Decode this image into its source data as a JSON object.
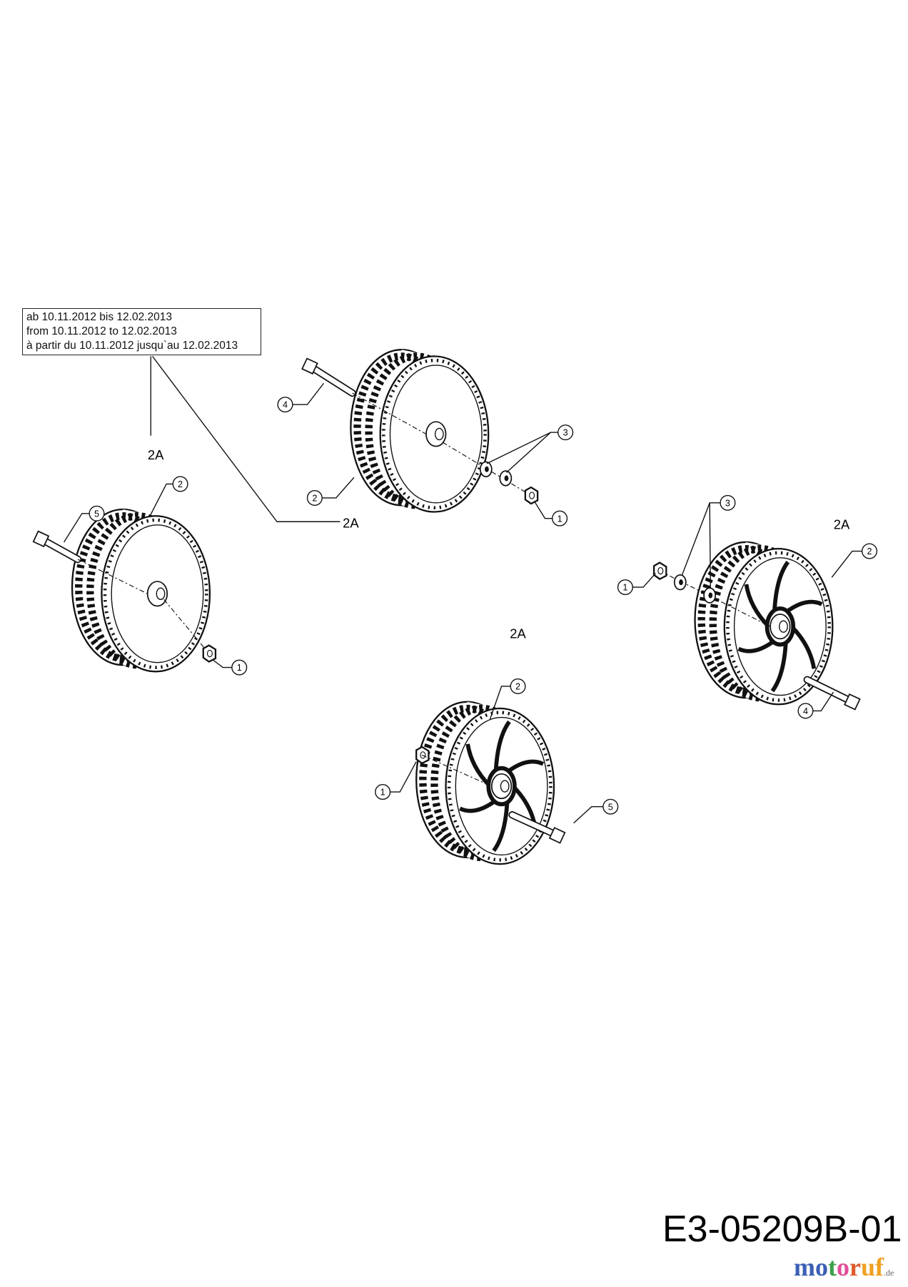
{
  "validity_note": {
    "lines": [
      "ab 10.11.2012 bis 12.02.2013",
      "from 10.11.2012 to 12.02.2013",
      "à partir du 10.11.2012 jusqu`au 12.02.2013"
    ]
  },
  "callouts": {
    "part_1": "1",
    "part_2": "2",
    "part_3": "3",
    "part_4": "4",
    "part_5": "5",
    "variant_2a": "2A"
  },
  "drawing_code": "E3-05209B-01",
  "watermark": {
    "letters": [
      "m",
      "o",
      "t",
      "o",
      "r",
      "u",
      "f"
    ],
    "colors": [
      "#3b5fb5",
      "#3b5fb5",
      "#3aa04a",
      "#e0509a",
      "#e05a2a",
      "#f0a020",
      "#f0a020"
    ],
    "suffix": ".de"
  }
}
